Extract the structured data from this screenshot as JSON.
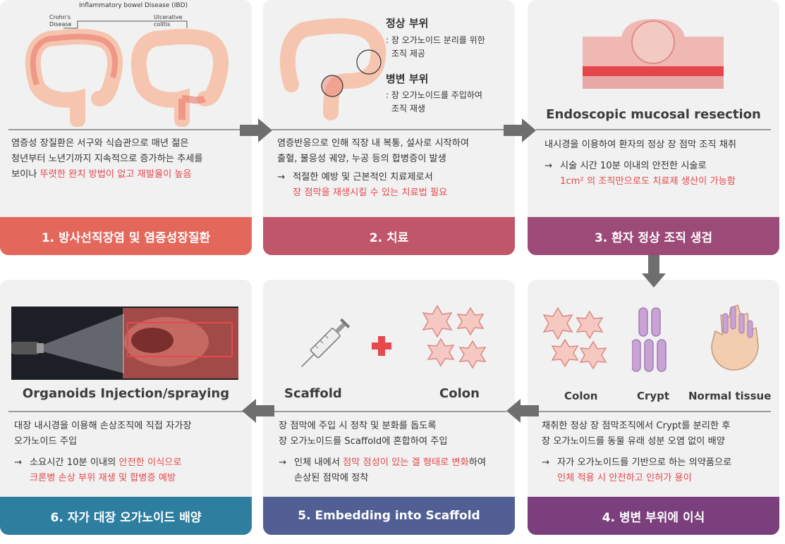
{
  "panel1": {
    "ibd_title": "Inflammatory bowel Disease (IBD)",
    "crohns": "Crohn's Disease",
    "uc": "Ulcerative colitis",
    "desc_line1": "염증성 장질환은 서구와 식습관으로 매년 젊은",
    "desc_line2": "청년부터 노년기까지 지속적으로 증가하는 추세를",
    "desc_line3_plain": "보이나 ",
    "desc_line3_red": "뚜렷한 완치 방법이 없고 재발율이 높음",
    "footer": "1. 방사선직장염 및 염증성장질환"
  },
  "panel2": {
    "normal_title": "정상 부위",
    "normal_desc1": ": 장 오가노이드 분리를 위한",
    "normal_desc2": "조직 제공",
    "lesion_title": "병변 부위",
    "lesion_desc1": ": 장 오가노이드를 주입하여",
    "lesion_desc2": "조직 재생",
    "desc_line1": "염증반응으로 인해 직장 내 복통, 설사로 시작하여",
    "desc_line2": "출혈, 불응성 궤양, 누공 등의 합병증이 발생",
    "arrow_line1": "적절한 예방 및 근본적인 치료제로서",
    "arrow_line2_red": "장 점막을 재생시킬 수 있는 치료법 필요",
    "footer": "2. 치료"
  },
  "panel3": {
    "caption": "Endoscopic mucosal resection",
    "desc_line1": "내시경을 이용하여 환자의 정상 장 점막 조직 채취",
    "arrow_line1": "시술 시간 10분 이내의 안전한 시술로",
    "arrow_line2_red": "1cm² 의 조직만으로도 치료제 생산이 가능함",
    "footer": "3. 환자 정상 조직 생검"
  },
  "panel4": {
    "label_colon": "Colon",
    "label_crypt": "Crypt",
    "label_tissue": "Normal tissue",
    "desc_line1": "채취한 정상 장 점막조직에서 Crypt를 분리한 후",
    "desc_line2": "장 오가노이드를 동물 유래 성분 오염 없이 배양",
    "arrow_line1": "자가 오가노이드를 기반으로 하는 의약품으로",
    "arrow_line2_red": "인체 적용 시 안전하고 인허가 용이",
    "footer": "4. 병변 부위에 이식"
  },
  "panel5": {
    "label_scaffold": "Scaffold",
    "label_colon": "Colon",
    "desc_line1": "장 점막에 주입 시  정착 및 분화를 돕도록",
    "desc_line2": "장 오가노이드를 Scaffold에 혼합하여 주입",
    "arrow_line1_plain1": "인체 내에서 ",
    "arrow_line1_red": "점막 점성이 있는 겔 형태로 변화",
    "arrow_line1_plain2": "하여",
    "arrow_line2": "손상된 점막에 정착",
    "footer": "5. Embedding into Scaffold"
  },
  "panel6": {
    "caption": "Organoids Injection/spraying",
    "desc_line1": "대장 내시경을 이용해 손상조직에 직접 자가장",
    "desc_line2": "오가노이드 주입",
    "arrow_line1_plain": "소요시간 10분 이내의 ",
    "arrow_line1_red": "안전한 이식으로",
    "arrow_line2_red": "크론병 손상 부위 재생 및 합병증 예방",
    "footer": "6. 자가 대장 오가노이드 배양"
  },
  "arrow_glyph": "→",
  "colors": {
    "p1": "#e4675c",
    "p2": "#c0566a",
    "p3": "#9c4a78",
    "p4": "#7a3f7c",
    "p5": "#515f94",
    "p6": "#2e7ea0",
    "highlight": "#e5484d",
    "connector": "#6e6e6e"
  }
}
